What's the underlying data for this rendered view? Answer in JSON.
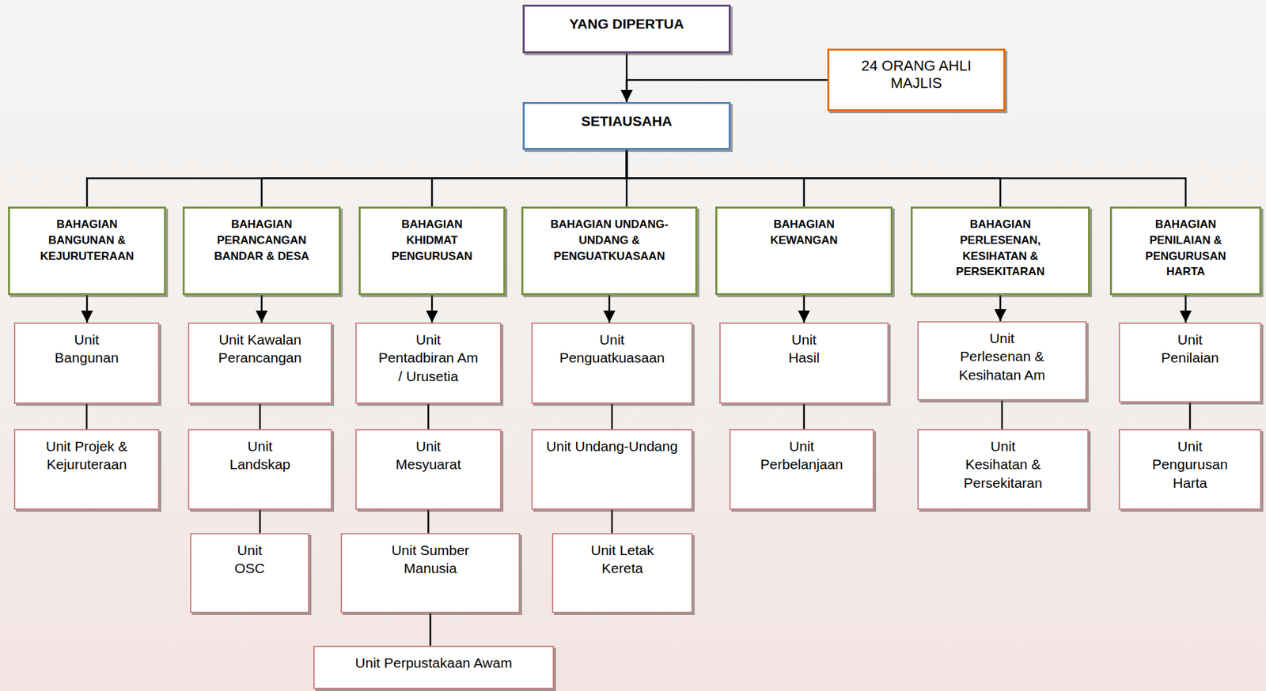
{
  "diagram": {
    "nodes": [
      {
        "text": [
          "YANG DIPERTUA"
        ]
      },
      {
        "text": [
          "24 ORANG AHLI MAJLIS"
        ]
      },
      {
        "text": [
          "SETIAUSAHA"
        ]
      },
      {
        "text": [
          "BAHAGIAN BANGUNAN & KEJURUTERAAN"
        ]
      },
      {
        "text": [
          "BAHAGIAN PERANCANGAN BANDAR & DESA"
        ]
      },
      {
        "text": [
          "BAHAGIAN KHIDMAT PENGURUSAN"
        ]
      },
      {
        "text": [
          "BAHAGIAN UNDANG-UNDANG & PENGUATKUASAAN"
        ]
      },
      {
        "text": [
          "BAHAGIAN KEWANGAN"
        ]
      },
      {
        "text": [
          "BAHAGIAN PERLESENAN, KESIHATAN & PERSEKITARAN"
        ]
      },
      {
        "text": [
          "BAHAGIAN PENILAIAN & PENGURUSAN HARTA"
        ]
      },
      {
        "text": [
          "Unit Bangunan"
        ]
      },
      {
        "text": [
          "Unit Kawalan Perancangan"
        ]
      },
      {
        "text": [
          "Unit Pentadbiran Am / Urusetia"
        ]
      },
      {
        "text": [
          "Unit Penguatkuasaan"
        ]
      },
      {
        "text": [
          "Unit Hasil"
        ]
      },
      {
        "text": [
          "Unit Perlesenan & Kesihatan Am"
        ]
      },
      {
        "text": [
          "Unit Penilaian"
        ]
      },
      {
        "text": [
          "Unit Projek & Kejuruteraan"
        ]
      },
      {
        "text": [
          "Unit Landskap"
        ]
      },
      {
        "text": [
          "Unit Mesyuarat"
        ]
      },
      {
        "text": [
          "Unit Undang-Undang"
        ]
      },
      {
        "text": [
          "Unit Perbelanjaan"
        ]
      },
      {
        "text": [
          "Unit Kesihatan & Persekitaran"
        ]
      },
      {
        "text": [
          "Unit Pengurusan Harta"
        ]
      },
      {
        "text": [
          "Unit OSC"
        ]
      },
      {
        "text": [
          "Unit Sumber Manusia"
        ]
      },
      {
        "text": [
          "Unit Letak Kereta"
        ]
      },
      {
        "text": [
          "Unit Perpustakaan Awam"
        ]
      }
    ],
    "edges": [
      {
        "from": 0,
        "to": 2,
        "arrow": "none"
      },
      {
        "from": 1,
        "to": 2,
        "arrow": "to"
      },
      {
        "from": 2,
        "to": 3,
        "arrow": "none"
      },
      {
        "from": 2,
        "to": 4,
        "arrow": "none"
      },
      {
        "from": 2,
        "to": 5,
        "arrow": "none"
      },
      {
        "from": 2,
        "to": 6,
        "arrow": "none"
      },
      {
        "from": 2,
        "to": 7,
        "arrow": "none"
      },
      {
        "from": 2,
        "to": 8,
        "arrow": "none"
      },
      {
        "from": 2,
        "to": 9,
        "arrow": "none"
      },
      {
        "from": 3,
        "to": 10,
        "arrow": "to"
      },
      {
        "from": 4,
        "to": 11,
        "arrow": "to"
      },
      {
        "from": 5,
        "to": 12,
        "arrow": "to"
      },
      {
        "from": 6,
        "to": 13,
        "arrow": "to"
      },
      {
        "from": 7,
        "to": 14,
        "arrow": "to"
      },
      {
        "from": 8,
        "to": 15,
        "arrow": "to"
      },
      {
        "from": 9,
        "to": 16,
        "arrow": "to"
      },
      {
        "from": 10,
        "to": 17,
        "arrow": "none"
      },
      {
        "from": 11,
        "to": 18,
        "arrow": "none"
      },
      {
        "from": 12,
        "to": 19,
        "arrow": "none"
      },
      {
        "from": 13,
        "to": 20,
        "arrow": "none"
      },
      {
        "from": 14,
        "to": 21,
        "arrow": "none"
      },
      {
        "from": 15,
        "to": 22,
        "arrow": "none"
      },
      {
        "from": 16,
        "to": 23,
        "arrow": "none"
      },
      {
        "from": 18,
        "to": 24,
        "arrow": "none"
      },
      {
        "from": 19,
        "to": 25,
        "arrow": "none"
      },
      {
        "from": 20,
        "to": 26,
        "arrow": "none"
      },
      {
        "from": 25,
        "to": 27,
        "arrow": "none"
      }
    ]
  }
}
